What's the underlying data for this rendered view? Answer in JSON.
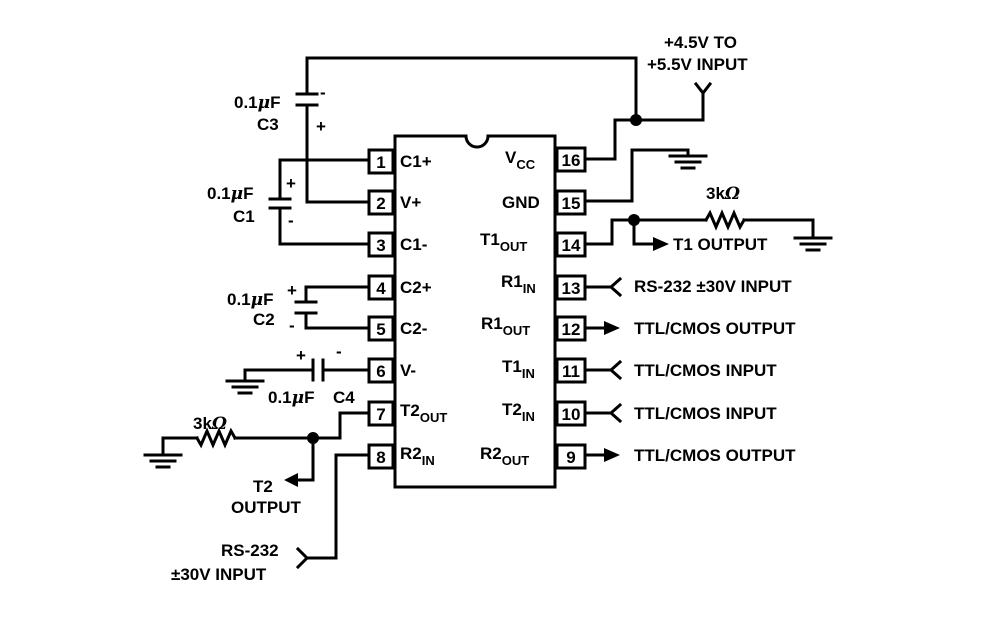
{
  "supply_input": {
    "line1": "+4.5V TO",
    "line2": "+5.5V INPUT"
  },
  "capacitors": {
    "c3": {
      "value": "0.1",
      "unit_prefix": "μ",
      "unit": "F",
      "name": "C3",
      "plus": "+",
      "minus": "-"
    },
    "c1": {
      "value": "0.1",
      "unit_prefix": "μ",
      "unit": "F",
      "name": "C1",
      "plus": "+",
      "minus": "-"
    },
    "c2": {
      "value": "0.1",
      "unit_prefix": "μ",
      "unit": "F",
      "name": "C2",
      "plus": "+",
      "minus": "-"
    },
    "c4": {
      "value": "0.1",
      "unit_prefix": "μ",
      "unit": "F",
      "name": "C4",
      "plus": "+",
      "minus": "-"
    }
  },
  "resistors": {
    "t1_load": {
      "value": "3k",
      "unit": "Ω"
    },
    "t2_load": {
      "value": "3k",
      "unit": "Ω"
    }
  },
  "pins_left": [
    {
      "num": "1",
      "name": "C1+"
    },
    {
      "num": "2",
      "name": "V+"
    },
    {
      "num": "3",
      "name": "C1-"
    },
    {
      "num": "4",
      "name": "C2+"
    },
    {
      "num": "5",
      "name": "C2-"
    },
    {
      "num": "6",
      "name": "V-"
    },
    {
      "num": "7",
      "name": "T2",
      "sub": "OUT"
    },
    {
      "num": "8",
      "name": "R2",
      "sub": "IN"
    }
  ],
  "pins_right": [
    {
      "num": "16",
      "name": "V",
      "sub": "CC"
    },
    {
      "num": "15",
      "name": "GND"
    },
    {
      "num": "14",
      "name": "T1",
      "sub": "OUT"
    },
    {
      "num": "13",
      "name": "R1",
      "sub": "IN"
    },
    {
      "num": "12",
      "name": "R1",
      "sub": "OUT"
    },
    {
      "num": "11",
      "name": "T1",
      "sub": "IN"
    },
    {
      "num": "10",
      "name": "T2",
      "sub": "IN"
    },
    {
      "num": "9",
      "name": "R2",
      "sub": "OUT"
    }
  ],
  "signals": {
    "t1_output": "T1 OUTPUT",
    "r1_input": "RS-232 ±30V INPUT",
    "r1_output": "TTL/CMOS OUTPUT",
    "t1_input": "TTL/CMOS INPUT",
    "t2_input": "TTL/CMOS INPUT",
    "r2_output": "TTL/CMOS OUTPUT",
    "t2_output": {
      "line1": "T2",
      "line2": "OUTPUT"
    },
    "r2_input": {
      "line1": "RS-232",
      "line2": "±30V INPUT"
    }
  }
}
